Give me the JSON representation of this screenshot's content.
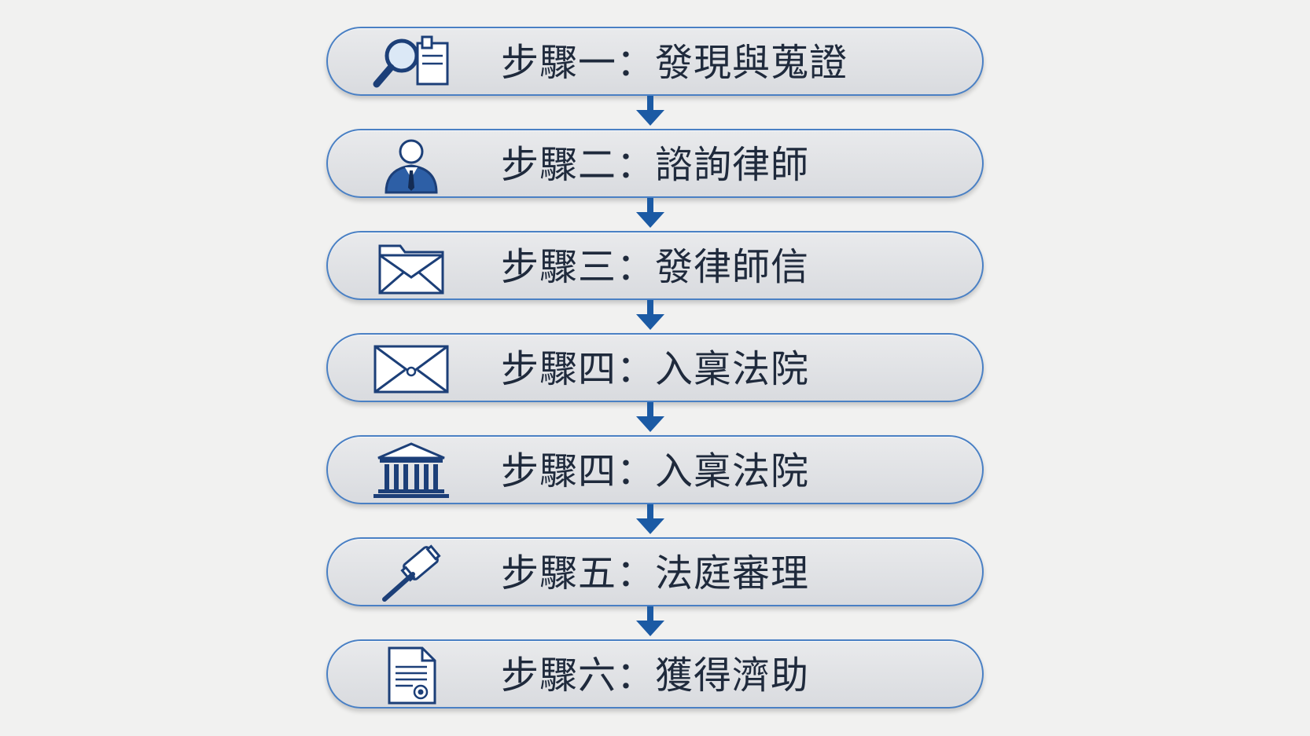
{
  "steps": [
    {
      "label": "步驟一：發現與蒐證",
      "icon": "magnifier-document-icon"
    },
    {
      "label": "步驟二：諮詢律師",
      "icon": "lawyer-person-icon"
    },
    {
      "label": "步驟三：發律師信",
      "icon": "folder-envelope-icon"
    },
    {
      "label": "步驟四：入稟法院",
      "icon": "envelope-icon"
    },
    {
      "label": "步驟四：入稟法院",
      "icon": "courthouse-icon"
    },
    {
      "label": "步驟五：法庭審理",
      "icon": "gavel-icon"
    },
    {
      "label": "步驟六：獲得濟助",
      "icon": "certificate-document-icon"
    }
  ],
  "colors": {
    "border": "#4a80c4",
    "arrow": "#1b5aa4",
    "icon": "#1c3f78",
    "text": "#1f2a3c",
    "background": "#f1f1f0"
  }
}
